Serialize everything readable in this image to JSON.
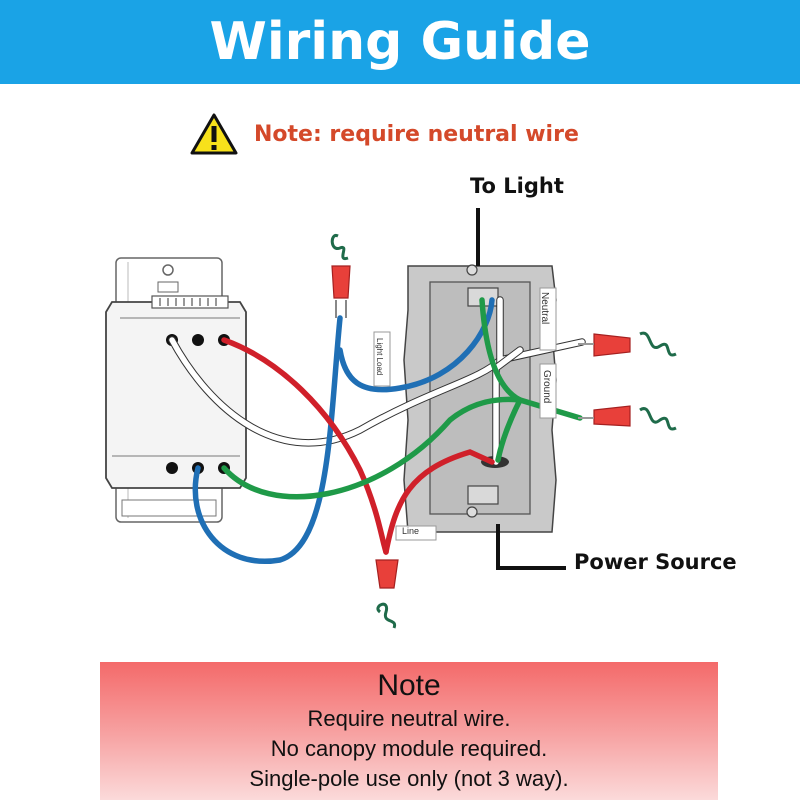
{
  "header": {
    "title": "Wiring Guide",
    "background": "#1aa3e6"
  },
  "top_note": {
    "icon": "warning-triangle-icon",
    "text": "Note: require neutral wire",
    "color": "#d4492a"
  },
  "labels": {
    "to_light": "To Light",
    "power_source": "Power Source",
    "neutral": "Neutral",
    "ground": "Ground",
    "light_load": "Light Load",
    "line": "Line"
  },
  "wire_colors": {
    "load": "#1f6fb5",
    "line": "#d0202a",
    "neutral": "#ffffff",
    "ground": "#1f9a48"
  },
  "bottom_note": {
    "title": "Note",
    "lines": [
      "Require neutral wire.",
      "No canopy module required.",
      "Single-pole use only (not 3 way)."
    ]
  }
}
